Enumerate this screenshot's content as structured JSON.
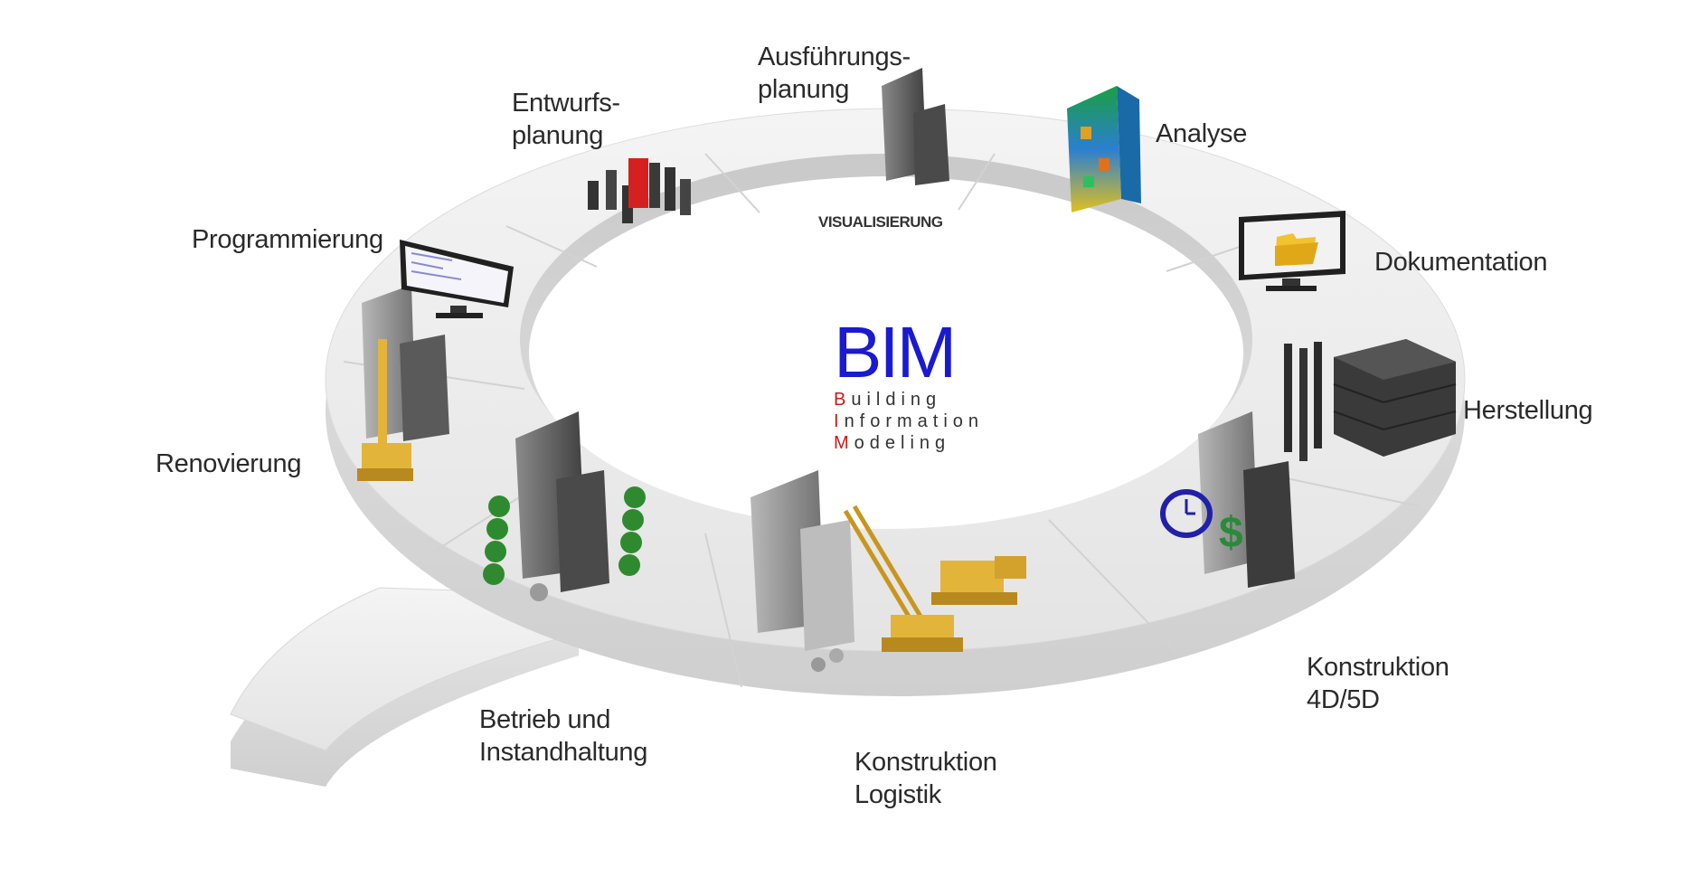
{
  "diagram": {
    "center": {
      "title": "BIM",
      "words": [
        {
          "initial": "B",
          "rest": "uilding"
        },
        {
          "initial": "I",
          "rest": "nformation"
        },
        {
          "initial": "M",
          "rest": "odeling"
        }
      ]
    },
    "ring_label": "VISUALISIERUNG",
    "stages": [
      {
        "id": "ausfuehrungsplanung",
        "lines": [
          "Ausführungs-",
          "planung"
        ]
      },
      {
        "id": "analyse",
        "lines": [
          "Analyse"
        ]
      },
      {
        "id": "dokumentation",
        "lines": [
          "Dokumentation"
        ]
      },
      {
        "id": "herstellung",
        "lines": [
          "Herstellung"
        ]
      },
      {
        "id": "konstruktion-4d5d",
        "lines": [
          "Konstruktion",
          "4D/5D"
        ]
      },
      {
        "id": "konstruktion-logistik",
        "lines": [
          "Konstruktion",
          "Logistik"
        ]
      },
      {
        "id": "betrieb",
        "lines": [
          "Betrieb und",
          "Instandhaltung"
        ]
      },
      {
        "id": "renovierung",
        "lines": [
          "Renovierung"
        ]
      },
      {
        "id": "programmierung",
        "lines": [
          "Programmierung"
        ]
      },
      {
        "id": "entwurfsplanung",
        "lines": [
          "Entwurfs-",
          "planung"
        ]
      }
    ],
    "colors": {
      "bim_blue": "#1a1ad0",
      "bim_red": "#d01818",
      "ring_top": "#ececec",
      "ring_side": "#d6d6d6",
      "building": "#5a5a5a",
      "crane": "#e2b43a",
      "tree": "#2f8a2f",
      "folder": "#f2c230",
      "dollar": "#2a8a3a"
    },
    "icons": [
      "building-icon",
      "crane-icon",
      "monitor-icon",
      "folder-icon",
      "clock-icon",
      "dollar-icon",
      "tree-icon",
      "bricks-icon",
      "analysis-model-icon"
    ]
  }
}
